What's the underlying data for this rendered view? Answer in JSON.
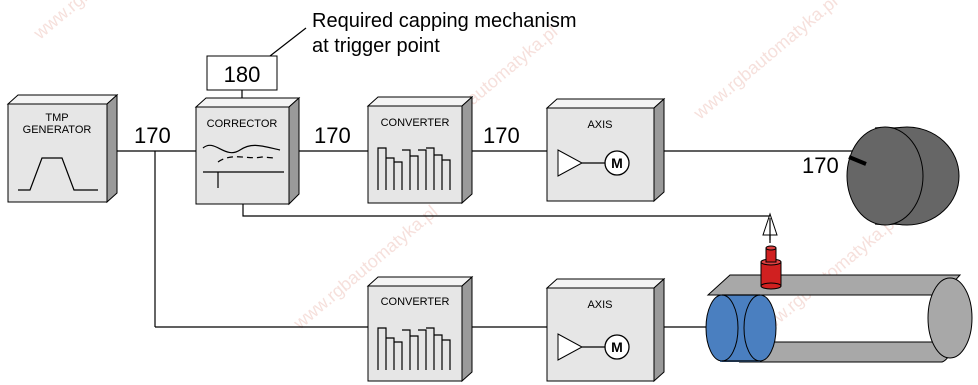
{
  "annotation": {
    "line1": "Required capping mechanism",
    "line2": "at trigger point"
  },
  "trigger_value": "180",
  "blocks": {
    "tmp_generator": {
      "line1": "TMP",
      "line2": "GENERATOR"
    },
    "corrector": {
      "label": "CORRECTOR"
    },
    "converter_top": {
      "label": "CONVERTER"
    },
    "axis_top": {
      "label": "AXIS",
      "motor": "M"
    },
    "converter_bottom": {
      "label": "CONVERTER"
    },
    "axis_bottom": {
      "label": "AXIS",
      "motor": "M"
    }
  },
  "signals": {
    "gen_to_corrector": "170",
    "corrector_to_converter": "170",
    "converter_to_axis": "170",
    "drum_position": "170"
  },
  "watermark": "www.rgbautomatyka.pl",
  "colors": {
    "block_front": "#e6e6e6",
    "block_top": "#f4f4f4",
    "block_side": "#9a9a9a",
    "drum": "#666666",
    "belt": "#a8a8a8",
    "roller_blue": "#4a7fc0",
    "capper_red": "#d02020"
  }
}
